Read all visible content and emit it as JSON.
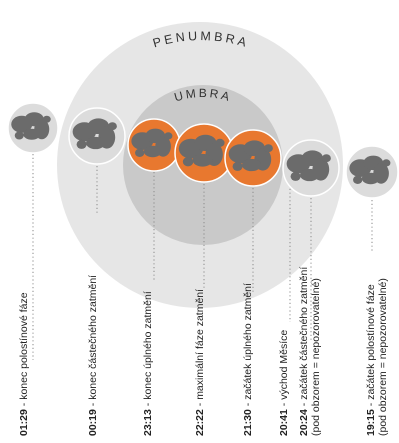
{
  "diagram": {
    "penumbra_label": "PENUMBRA",
    "umbra_label": "UMBRA",
    "colors": {
      "penumbra": "#e6e6e6",
      "umbra": "#c9c9c9",
      "moon_normal": "#dcdcdc",
      "moon_eclipsed": "#e8782f",
      "maria": "#6b6b6b",
      "dots": "#8a8a8a"
    },
    "moons": [
      {
        "id": "moon-1",
        "state": "normal"
      },
      {
        "id": "moon-2",
        "state": "partial"
      },
      {
        "id": "moon-3",
        "state": "eclipsed"
      },
      {
        "id": "moon-4",
        "state": "eclipsed"
      },
      {
        "id": "moon-5",
        "state": "eclipsed"
      },
      {
        "id": "moon-6",
        "state": "partial"
      },
      {
        "id": "moon-7",
        "state": "normal"
      }
    ],
    "labels": [
      {
        "time": "01:29",
        "text": " - konec polostínové fáze",
        "note": ""
      },
      {
        "time": "00:19",
        "text": " - konec částečného zatmění",
        "note": ""
      },
      {
        "time": "23:13",
        "text": " - konec úplného zatmění",
        "note": ""
      },
      {
        "time": "22:22",
        "text": " - maximální fáze zatmění",
        "note": ""
      },
      {
        "time": "21:30",
        "text": " - začátek úplného zatmění",
        "note": ""
      },
      {
        "time": "20:41",
        "text": " - východ Měsíce",
        "note": ""
      },
      {
        "time": "20:24",
        "text": " - začátek částečného zatmění",
        "note": "(pod obzorem = nepozorovatelné)"
      },
      {
        "time": "19:15",
        "text": " - začátek polostínové fáze",
        "note": "(pod obzorem = nepozorovatelné)"
      }
    ]
  }
}
